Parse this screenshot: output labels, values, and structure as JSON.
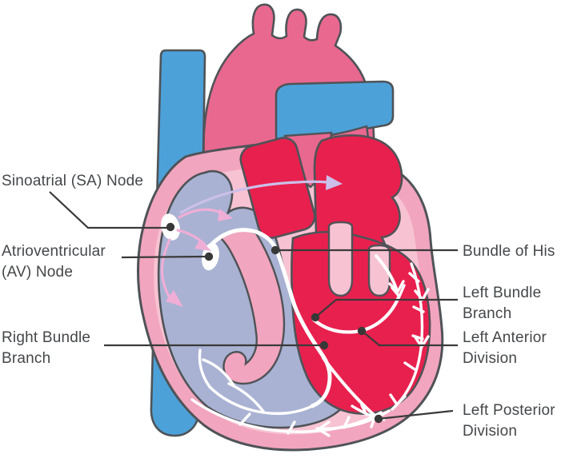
{
  "diagram": {
    "labels_left": [
      {
        "id": "sa-node",
        "lines": [
          "Sinoatrial (SA) Node"
        ]
      },
      {
        "id": "av-node",
        "lines": [
          "Atrioventricular",
          "(AV) Node"
        ]
      },
      {
        "id": "right-bundle-branch",
        "lines": [
          "Right Bundle",
          "Branch"
        ]
      }
    ],
    "labels_right": [
      {
        "id": "bundle-of-his",
        "lines": [
          "Bundle of His"
        ]
      },
      {
        "id": "left-bundle-branch",
        "lines": [
          "Left Bundle",
          "Branch"
        ]
      },
      {
        "id": "left-anterior-division",
        "lines": [
          "Left Anterior",
          "Division"
        ]
      },
      {
        "id": "left-posterior-division",
        "lines": [
          "Left Posterior",
          "Division"
        ]
      }
    ],
    "colors": {
      "vein_blue": "#4da1d9",
      "artery_rose": "#e9688f",
      "heart_wall_pink": "#f2a5be",
      "inner_wall_pink": "#f7c3d3",
      "right_chambers_lavender": "#a9b2d3",
      "left_chambers_crimson": "#e8204e",
      "conduction_white": "#ffffff",
      "impulse_arrow_pink": "#efaed6",
      "interatrial_arrow_lavender": "#ccbfe9",
      "label_text": "#44474a",
      "leader_line": "#3a3a3a",
      "outline": "#4f5357"
    }
  }
}
